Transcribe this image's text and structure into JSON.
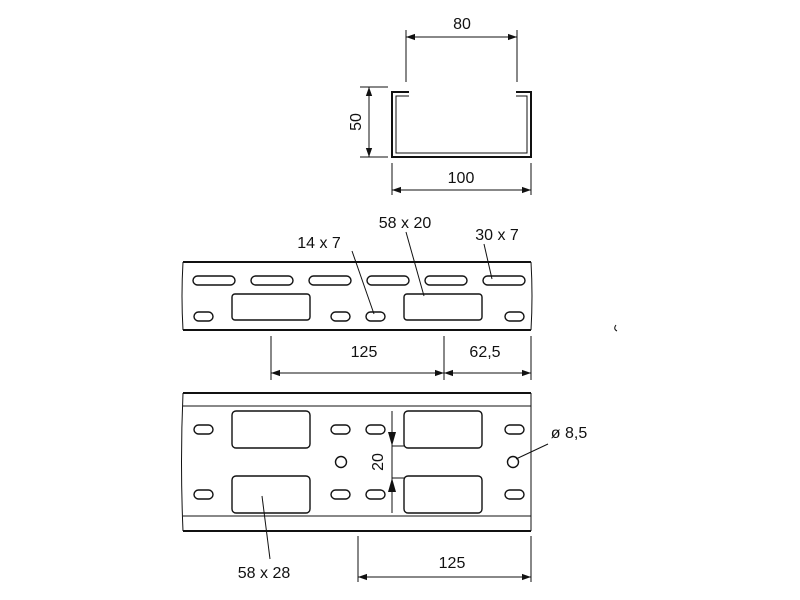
{
  "dimensions": {
    "profile_top_width": "80",
    "profile_height": "50",
    "profile_bottom_width": "100",
    "slot_small": "14 x 7",
    "window_top": "58 x 20",
    "slot_long": "30 x 7",
    "pitch_top": "125",
    "end_offset": "62,5",
    "hole_diameter": "ø 8,5",
    "hole_spacing": "20",
    "window_bottom": "58 x 28",
    "pitch_bottom": "125"
  }
}
